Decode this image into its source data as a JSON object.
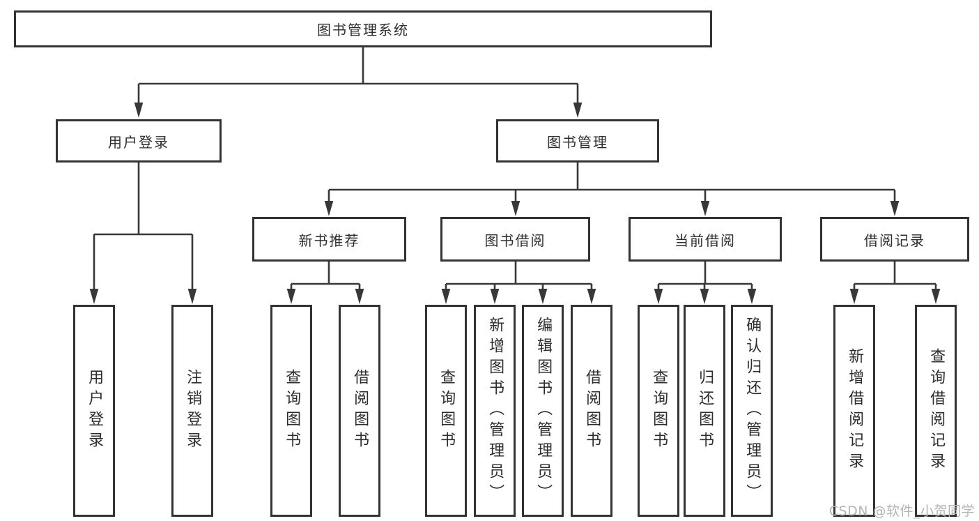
{
  "diagram": {
    "root": {
      "label": "图书管理系统"
    },
    "branches": [
      {
        "label": "用户登录",
        "children": [
          {
            "label": "用户登录"
          },
          {
            "label": "注销登录"
          }
        ]
      },
      {
        "label": "图书管理",
        "children": [
          {
            "label": "新书推荐",
            "children": [
              {
                "label": "查询图书"
              },
              {
                "label": "借阅图书"
              }
            ]
          },
          {
            "label": "图书借阅",
            "children": [
              {
                "label": "查询图书"
              },
              {
                "label": "新增图书（管理员）"
              },
              {
                "label": "编辑图书（管理员）"
              },
              {
                "label": "借阅图书"
              }
            ]
          },
          {
            "label": "当前借阅",
            "children": [
              {
                "label": "查询图书"
              },
              {
                "label": "归还图书"
              },
              {
                "label": "确认归还（管理员）"
              }
            ]
          },
          {
            "label": "借阅记录",
            "children": [
              {
                "label": "新增借阅记录"
              },
              {
                "label": "查询借阅记录"
              }
            ]
          }
        ]
      }
    ]
  },
  "watermark": {
    "text": "CSDN @软件_小贺同学"
  },
  "colors": {
    "line": "#383838",
    "border": "#333333",
    "text": "#2d2d2d",
    "watermark": "#b4b4b4",
    "background": "#ffffff"
  }
}
